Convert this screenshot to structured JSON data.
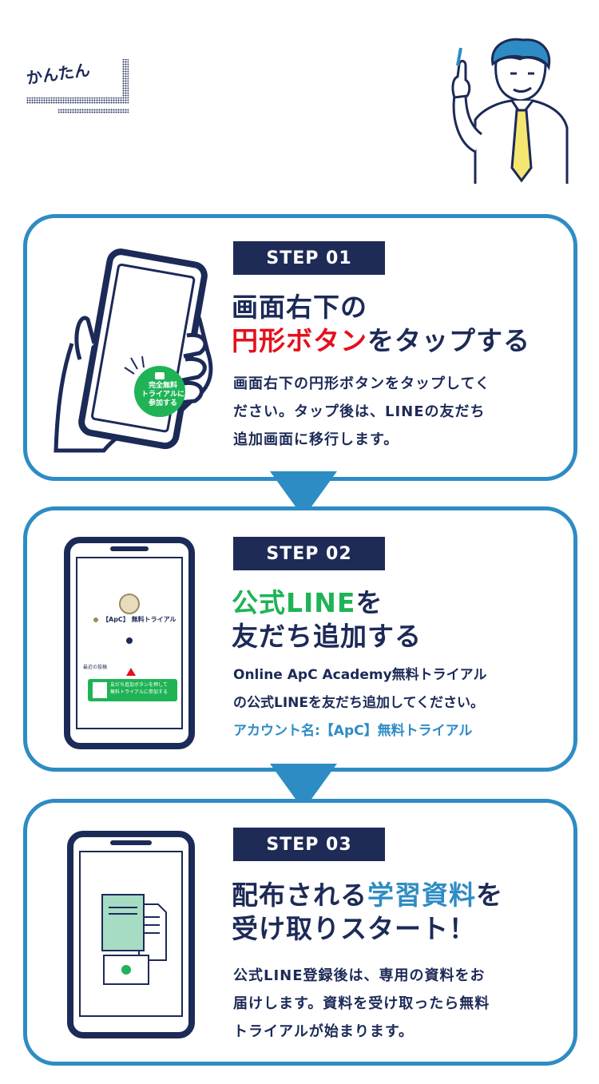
{
  "header": {
    "tag": "かんたん"
  },
  "steps": [
    {
      "badge": "STEP 01",
      "title_line1": "画面右下の",
      "title_line2_highlight": "円形ボタン",
      "title_line2_rest": "をタップする",
      "desc_line1": "画面右下の円形ボタンをタップしてく",
      "desc_line2": "ださい。タップ後は、LINEの友だち",
      "desc_line3": "追加画面に移行します。",
      "phone_button_line1": "完全無料",
      "phone_button_line2": "トライアルに",
      "phone_button_line3": "参加する"
    },
    {
      "badge": "STEP 02",
      "title_line1_highlight": "公式LINE",
      "title_line1_rest": "を",
      "title_line2": "友だち追加する",
      "desc_line1": "Online ApC Academy無料トライアル",
      "desc_line2": "の公式LINEを友だち追加してください。",
      "desc_line3": "アカウント名:【ApC】無料トライアル",
      "screen_account": "【ApC】 無料トライアル",
      "screen_section": "最近の投稿",
      "screen_button_line1": "友だち追加ボタンを押して",
      "screen_button_line2": "無料トライアルに参加する"
    },
    {
      "badge": "STEP 03",
      "title_line1_a": "配布される",
      "title_line1_highlight": "学習資料",
      "title_line1_b": "を",
      "title_line2": "受け取りスタート！",
      "desc_line1": "公式LINE登録後は、専用の資料をお",
      "desc_line2": "届けします。資料を受け取ったら無料",
      "desc_line3": "トライアルが始まります。"
    }
  ],
  "colors": {
    "navy": "#1f2b57",
    "accent_blue": "#2e8cc4",
    "line_green": "#1fb356",
    "highlight_red": "#e4101c",
    "tie_yellow": "#f5e571"
  }
}
